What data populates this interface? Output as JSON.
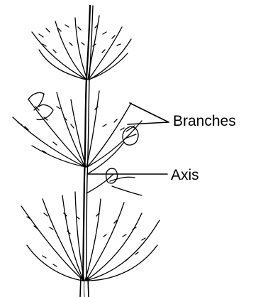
{
  "figure": {
    "subject": "plant-shoot-illustration",
    "labels": {
      "branches": "Branches",
      "axis": "Axis"
    },
    "colors": {
      "ink": "#000000",
      "background": "#ffffff"
    }
  }
}
